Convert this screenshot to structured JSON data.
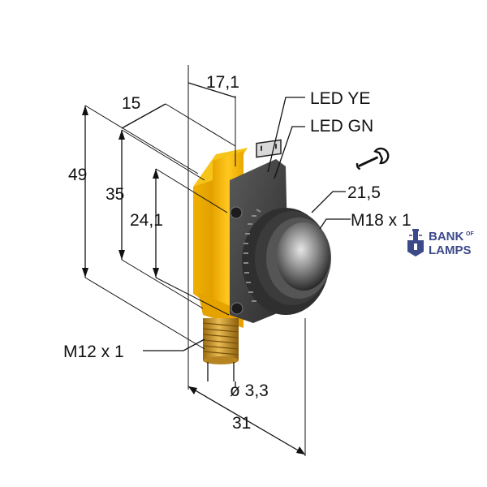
{
  "dimensions": {
    "height_total": "49",
    "depth": "15",
    "height_mid": "35",
    "height_low": "24,1",
    "width_top": "17,1",
    "wrench": "21,5",
    "diameter": "ø 3,3",
    "width_total": "31"
  },
  "callouts": {
    "led_ye": "LED YE",
    "led_gn": "LED GN",
    "thread_front": "M18 x 1",
    "thread_bottom": "M12 x 1"
  },
  "logo": {
    "line1": "BANK",
    "line1_sup": "OF",
    "line2": "LAMPS"
  },
  "colors": {
    "housing_yellow": "#f5b800",
    "housing_dark": "#3c3c3c",
    "connector_bronze": "#c9962a",
    "logo_blue": "#3d4a8a"
  },
  "icons": {
    "wrench": "wrench-icon",
    "logo": "lighthouse-icon"
  }
}
